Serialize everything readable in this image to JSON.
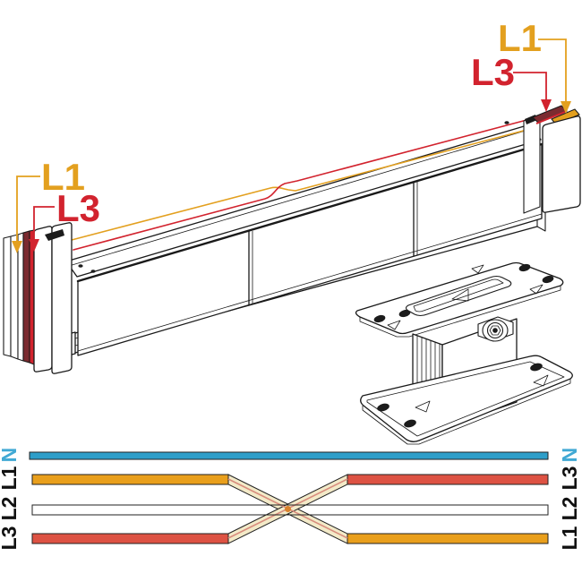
{
  "drawing": {
    "callouts": {
      "right_l1": "L1",
      "right_l3": "L3",
      "left_l1": "L1",
      "left_l3": "L3"
    }
  },
  "schematic": {
    "left_labels": [
      "N",
      "L1",
      "L2",
      "L3"
    ],
    "right_labels": [
      "N",
      "L3",
      "L2",
      "L1"
    ]
  },
  "colors": {
    "l1_gold": "#E3A01F",
    "l3_red": "#D2232E",
    "maroon": "#7B2B30",
    "bar_orange": "#E99F1C",
    "bar_red": "#DD5243",
    "bar_blue": "#2E9EC9",
    "n_label_blue": "#41A9D4",
    "band_cream": "#F3EAC8",
    "band_stripe": "#D88C7D",
    "label_black": "#111111",
    "knot_orange": "#D9822B"
  }
}
